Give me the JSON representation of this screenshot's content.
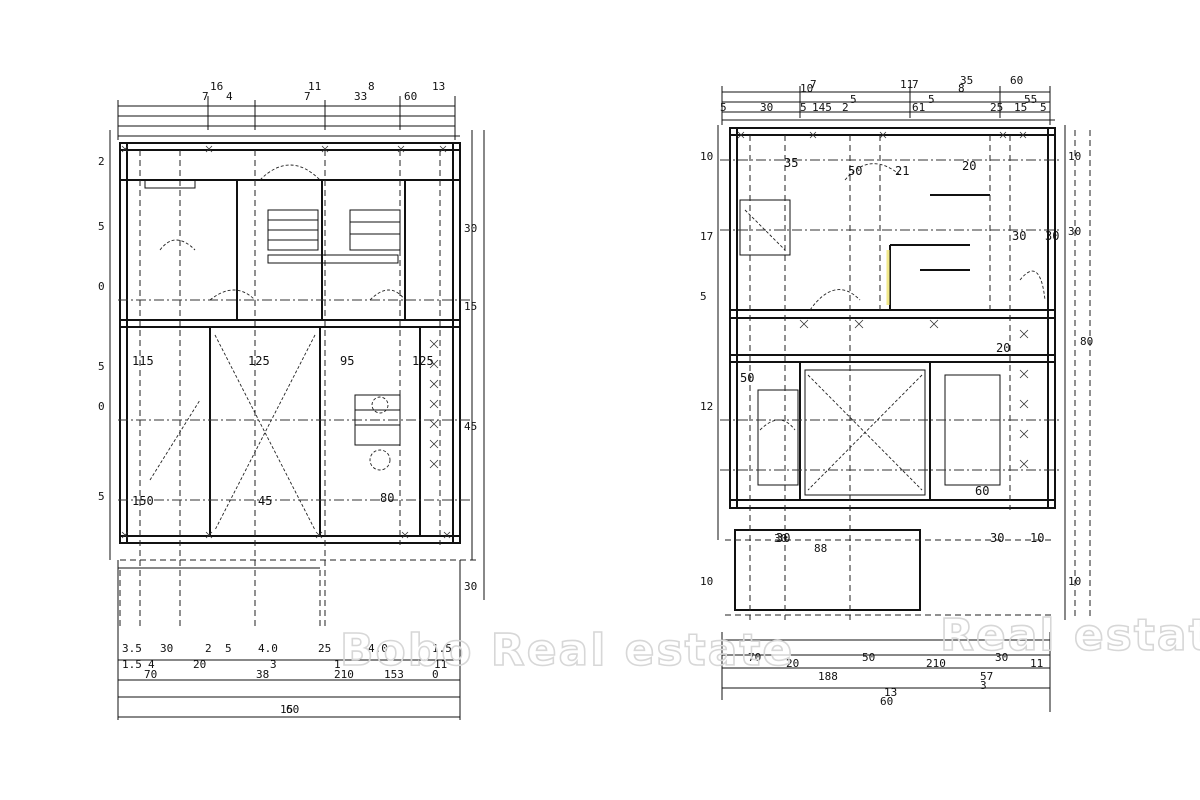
{
  "watermarks": [
    "Bobo Real estate",
    "Real estate"
  ],
  "left_plan": {
    "top_dims_row1": [
      "16",
      "11",
      "8",
      "13"
    ],
    "top_dims_row2": [
      "7",
      "7",
      "33",
      "60"
    ],
    "top_dims_row3": [
      "4"
    ],
    "room_labels": [
      "115",
      "125",
      "95",
      "125",
      "45",
      "80",
      "150"
    ],
    "side_dims_right": [
      "30",
      "15",
      "45",
      "30"
    ],
    "side_dims_left": [
      "2",
      "5",
      "0",
      "5",
      "0",
      "5"
    ],
    "bottom_dims_row1": [
      "3.5",
      "30",
      "2",
      "5",
      "4.0",
      "25",
      "4.0",
      "1.5"
    ],
    "bottom_dims_row2": [
      "1.5",
      "4",
      "20",
      "3",
      "1",
      "11"
    ],
    "bottom_dims_row3": [
      "70",
      "38",
      "210",
      "153",
      "0"
    ],
    "bottom_dims_row4": [
      "15",
      "60"
    ]
  },
  "right_plan": {
    "top_dims_row1": [
      "7",
      "11",
      "7",
      "35",
      "60"
    ],
    "top_dims_row2": [
      "10",
      "8"
    ],
    "top_dims_row3": [
      "5",
      "30",
      "5",
      "145",
      "2",
      "5",
      "61",
      "5",
      "25",
      "15",
      "55",
      "5"
    ],
    "room_labels": [
      "35",
      "50",
      "21",
      "20",
      "30",
      "30",
      "20",
      "50",
      "60",
      "30",
      "30",
      "10"
    ],
    "side_dims_right": [
      "10",
      "80",
      "30",
      "10"
    ],
    "side_dims_left": [
      "10",
      "17",
      "5",
      "12",
      "10"
    ],
    "bottom_dims_row1": [
      "88",
      "30"
    ],
    "bottom_dims_row2": [
      "70",
      "20",
      "50",
      "210",
      "30",
      "11"
    ],
    "bottom_dims_row3": [
      "188",
      "57",
      "3"
    ],
    "bottom_dims_row4": [
      "13",
      "60"
    ]
  }
}
